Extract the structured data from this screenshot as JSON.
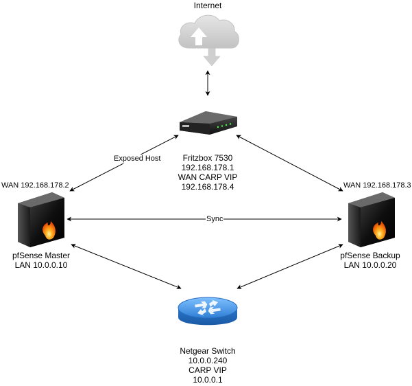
{
  "internet": {
    "label": "Internet"
  },
  "fritzbox": {
    "lines": [
      "Fritzbox 7530",
      "192.168.178.1",
      "WAN CARP VIP",
      "192.168.178.4"
    ]
  },
  "master": {
    "wan_label": "WAN 192.168.178.2",
    "lines": [
      "pfSense Master",
      "LAN 10.0.0.10"
    ]
  },
  "backup": {
    "wan_label": "WAN 192.168.178.3",
    "lines": [
      "pfSense Backup",
      "LAN 10.0.0.20"
    ]
  },
  "switch": {
    "lines": [
      "Netgear Switch",
      "10.0.0.240",
      "CARP VIP",
      "10.0.0.1"
    ]
  },
  "links": {
    "exposed_host": "Exposed Host",
    "sync": "Sync"
  },
  "colors": {
    "cloud": "#d6d6d6",
    "switch_blue": "#3f8fe0",
    "server_dark": "#1b1b1b",
    "flame": "#ff7a10"
  }
}
